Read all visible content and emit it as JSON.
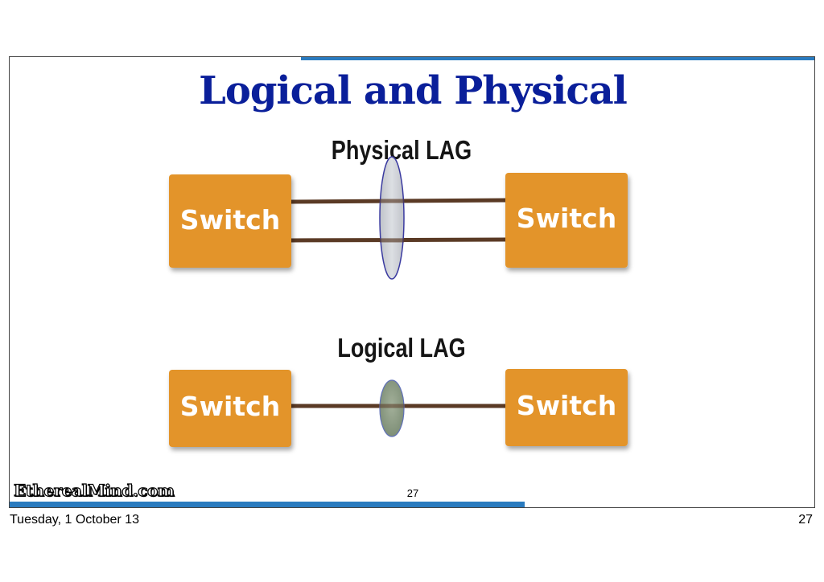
{
  "slide": {
    "title": "Logical and Physical",
    "logo_text": "EtherealMind.com",
    "slide_number": "27"
  },
  "diagram": {
    "physical_lag": {
      "label": "Physical LAG",
      "left_switch": "Switch",
      "right_switch": "Switch",
      "link_count": 2
    },
    "logical_lag": {
      "label": "Logical LAG",
      "left_switch": "Switch",
      "right_switch": "Switch",
      "link_count": 1
    },
    "colors": {
      "switch_fill": "#e3942b",
      "link": "#5a3a25",
      "physical_lag_fill": "#c8ccd2",
      "physical_lag_stroke": "#3a3aa0",
      "logical_lag_fill": "#8e9e86",
      "logical_lag_stroke": "#6070b8",
      "title": "#0a1f9a",
      "accent": "#2a7bbf"
    }
  },
  "footer": {
    "date": "Tuesday, 1 October 13",
    "page_number": "27"
  }
}
